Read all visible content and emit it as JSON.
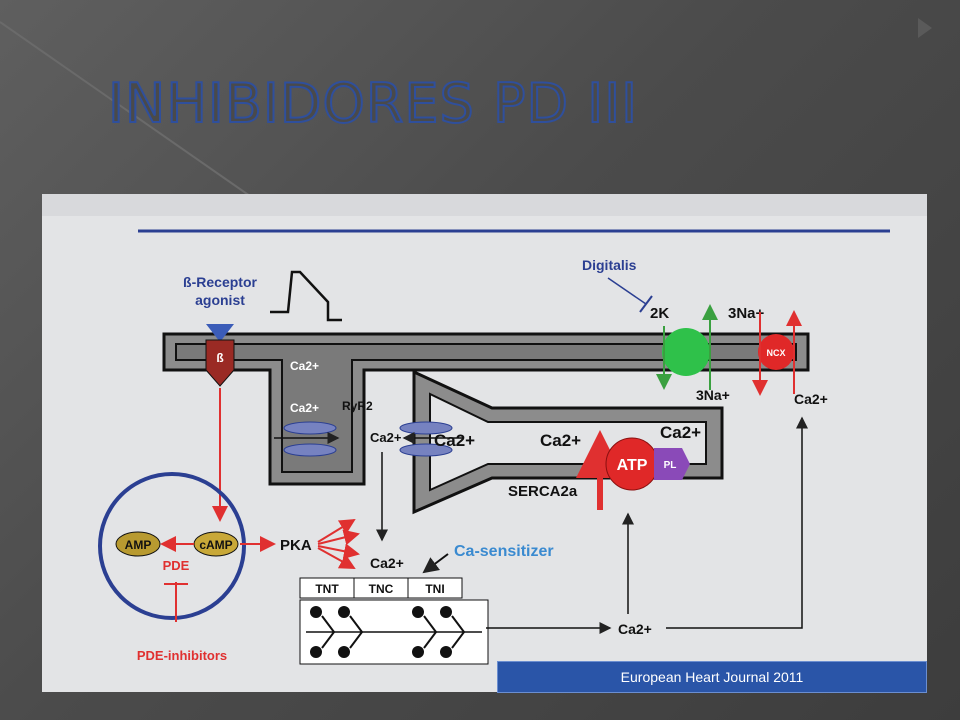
{
  "slide": {
    "title": "INHIBIDORES PD III",
    "caption": "European Heart Journal 2011"
  },
  "diagram": {
    "receptor_label_1": "ß-Receptor",
    "receptor_label_2": "agonist",
    "beta_symbol": "ß",
    "digitalis": "Digitalis",
    "two_k": "2K",
    "three_na_top": "3Na+",
    "three_na_bottom": "3Na+",
    "ncx": "NCX",
    "ca2_right": "Ca2+",
    "ca_channel_1": "Ca2+",
    "ca_channel_2": "Ca2+",
    "ryr2": "RyR2",
    "ca_center": "Ca2+",
    "sr_ca_1": "Ca2+",
    "sr_ca_2": "Ca2+",
    "sr_ca_3": "Ca2+",
    "atp": "ATP",
    "pl": "PL",
    "serca": "SERCA2a",
    "amp": "AMP",
    "camp": "cAMP",
    "pde": "PDE",
    "pka": "PKA",
    "ca_cytosol": "Ca2+",
    "ca_sensitizer": "Ca-sensitizer",
    "tnt": "TNT",
    "tnc": "TNC",
    "tni": "TNI",
    "ca_bottom": "Ca2+",
    "pde_inhibitors": "PDE-inhibitors"
  }
}
